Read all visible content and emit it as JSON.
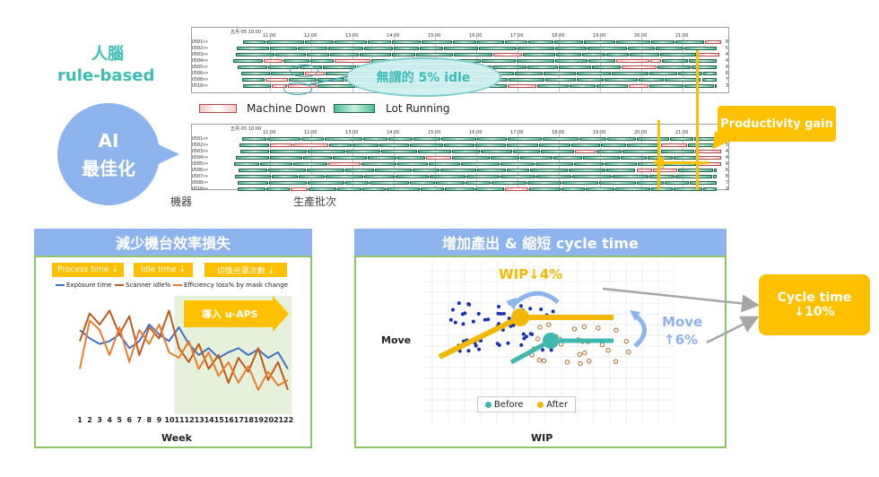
{
  "top": {
    "title_line1": "人腦",
    "title_line2": "rule-based",
    "ai_circle_line1": "AI",
    "ai_circle_line2": "最佳化",
    "idle_label": "無謂的 5% idle",
    "legend_down": "Machine Down",
    "legend_running": "Lot Running",
    "productivity_gain": "Productivity gain",
    "machine_label": "機器",
    "lot_label": "生產批次",
    "gantt_date": "五月-05 10:00",
    "hours": [
      "11:00",
      "12:00",
      "13:00",
      "14:00",
      "15:00",
      "16:00",
      "17:00",
      "18:00",
      "19:00",
      "20:00",
      "21:00"
    ],
    "machines_top": [
      "U501>>",
      "U502>>",
      "U503>>",
      "U504>>",
      "U505>>",
      "U506>>",
      "U508>>",
      "U510>>"
    ],
    "machines_bottom": [
      "U501>>",
      "U502>>",
      "U503>>",
      "U504>>",
      "U505>>",
      "U506>>",
      "U507>>",
      "U508>>",
      "U510>>"
    ],
    "row_nums_top": [
      "8",
      "5",
      "4",
      "4",
      "4",
      "6",
      "7",
      "3"
    ],
    "row_nums_bottom": [
      "8",
      "5",
      "4",
      "4",
      "4",
      "6",
      "8",
      "7",
      "3"
    ]
  },
  "left_panel": {
    "title": "減少機台效率損失",
    "chip1": "Process time ↓",
    "chip2": "Idle time ↓",
    "chip3": "切換光罩次數 ↓",
    "legend1": "Exposure time",
    "legend2": "Scanner idle%",
    "legend3": "Efficiency loss% by mask change",
    "arrow_label": "導入 u-APS",
    "xlabel": "Week"
  },
  "right_panel": {
    "title": "增加產出 & 縮短 cycle time",
    "wip_label": "WIP↓4%",
    "move_label": "Move",
    "move_change": "↑6%",
    "ylabel": "Move",
    "xlabel": "WIP",
    "legend_before": "Before",
    "legend_after": "After"
  },
  "callout": {
    "line1": "Cycle time",
    "line2": "↓10%"
  },
  "colors": {
    "teal": "#3dbdb3",
    "blue_panel": "#8db4ec",
    "green_border": "#8cc56a",
    "gold": "#ffc000",
    "before_teal": "#3fb9b0",
    "after_gold": "#f5b800"
  },
  "chart_data": [
    {
      "type": "line",
      "x": [
        1,
        2,
        3,
        4,
        5,
        6,
        7,
        8,
        9,
        10,
        11,
        12,
        13,
        14,
        15,
        16,
        17,
        18,
        19,
        20,
        21,
        22
      ],
      "xlabel": "Week",
      "series": [
        {
          "name": "Exposure time",
          "color": "#4472c4",
          "values": [
            58,
            52,
            48,
            50,
            55,
            45,
            50,
            62,
            55,
            50,
            60,
            48,
            40,
            45,
            38,
            42,
            45,
            40,
            44,
            38,
            42,
            30
          ]
        },
        {
          "name": "Scanner idle%",
          "color": "#c05a1a",
          "values": [
            50,
            70,
            62,
            72,
            55,
            68,
            40,
            60,
            52,
            72,
            45,
            35,
            48,
            30,
            40,
            20,
            38,
            28,
            45,
            22,
            35,
            15
          ]
        },
        {
          "name": "Efficiency loss% by mask change",
          "color": "#ed7d31",
          "values": [
            30,
            65,
            58,
            40,
            60,
            35,
            58,
            48,
            62,
            42,
            38,
            50,
            30,
            42,
            25,
            35,
            20,
            32,
            15,
            28,
            18,
            22
          ]
        }
      ],
      "shaded_from_week": 11
    },
    {
      "type": "scatter",
      "xlabel": "WIP",
      "ylabel": "Move",
      "series": [
        {
          "name": "Before",
          "color": "#3fb9b0"
        },
        {
          "name": "After",
          "color": "#f5b800"
        }
      ]
    }
  ]
}
